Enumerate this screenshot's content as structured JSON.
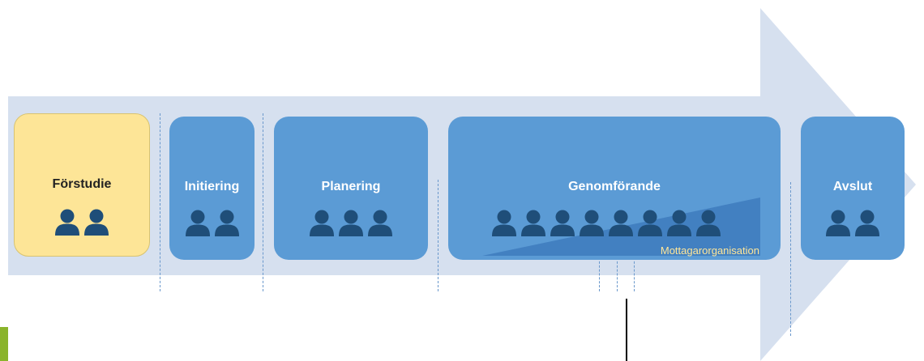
{
  "colors": {
    "arrow": "#d6e0ef",
    "phase_blue": "#5b9bd5",
    "phase_yellow": "#fde597",
    "person_icon": "#1f4e79",
    "recipient_label": "#ffe699",
    "corner_block": "#8ab42b"
  },
  "phases": [
    {
      "id": "forstudie",
      "title": "Förstudie",
      "people": 2
    },
    {
      "id": "initiering",
      "title": "Initiering",
      "people": 2
    },
    {
      "id": "planering",
      "title": "Planering",
      "people": 3
    },
    {
      "id": "genomforande",
      "title": "Genomförande",
      "people": 8
    },
    {
      "id": "avslut",
      "title": "Avslut",
      "people": 2
    }
  ],
  "recipient_org": {
    "label": "Mottagarorganisation"
  },
  "icons": {
    "person": "person-icon"
  }
}
